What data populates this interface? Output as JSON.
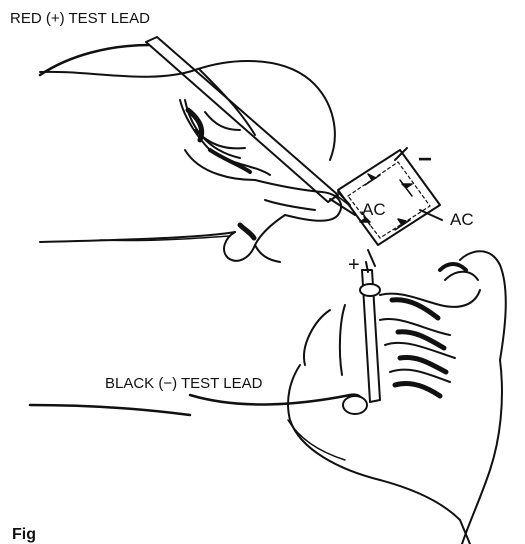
{
  "labels": {
    "red_lead": "RED (+) TEST LEAD",
    "black_lead": "BLACK (−) TEST LEAD",
    "ac_left": "AC",
    "ac_right": "AC",
    "minus_terminal": "−",
    "plus_terminal": "+",
    "figure_fragment": "Fig"
  }
}
